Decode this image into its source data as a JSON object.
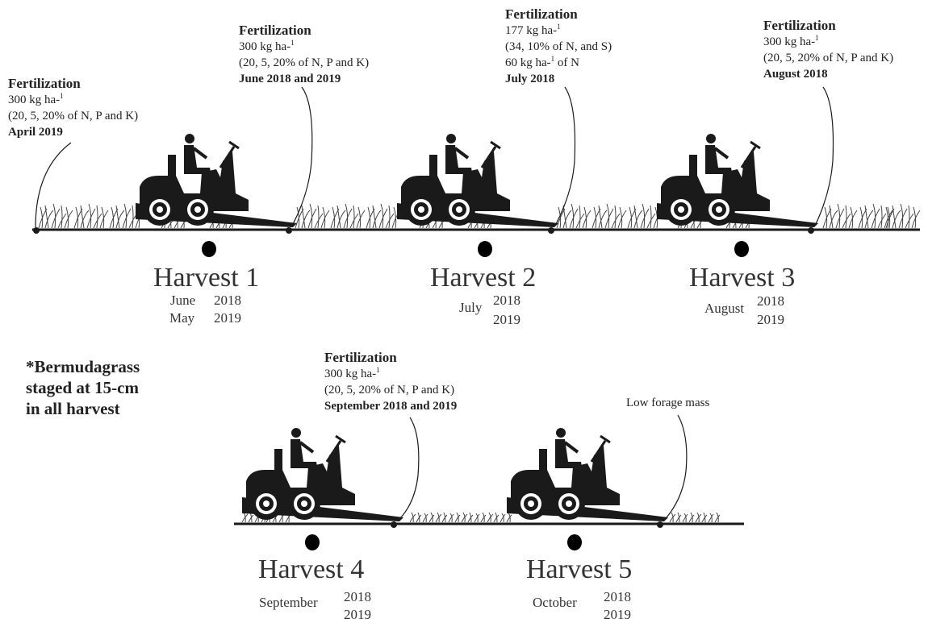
{
  "fertilizations": [
    {
      "title": "Fertilization",
      "rate": "300 kg ha-",
      "rate_sup": "1",
      "detail": "(20, 5, 20% of N, P and K)",
      "date": "April 2019"
    },
    {
      "title": "Fertilization",
      "rate": "300 kg ha-",
      "rate_sup": "1",
      "detail": "(20, 5, 20% of N, P and K)",
      "date": "June 2018 and 2019"
    },
    {
      "title": "Fertilization",
      "rate": "177 kg ha-",
      "rate_sup": "1",
      "detail": "(34, 10% of N, and S)",
      "extra": "60 kg ha-",
      "extra_sup": "1",
      "extra_tail": " of N",
      "date": "July 2018"
    },
    {
      "title": "Fertilization",
      "rate": "300 kg ha-",
      "rate_sup": "1",
      "detail": "(20, 5, 20% of N, P and K)",
      "date": "August 2018"
    },
    {
      "title": "Fertilization",
      "rate": "300 kg ha-",
      "rate_sup": "1",
      "detail": "(20, 5, 20% of N, P and K)",
      "date": "September 2018 and 2019"
    }
  ],
  "harvests": [
    {
      "title": "Harvest 1",
      "rows": [
        {
          "month": "June",
          "year": "2018"
        },
        {
          "month": "May",
          "year": "2019"
        }
      ]
    },
    {
      "title": "Harvest 2",
      "month": "July",
      "years": [
        "2018",
        "2019"
      ]
    },
    {
      "title": "Harvest 3",
      "month": "August",
      "years": [
        "2018",
        "2019"
      ]
    },
    {
      "title": "Harvest 4",
      "month": "September",
      "years": [
        "2018",
        "2019"
      ]
    },
    {
      "title": "Harvest 5",
      "month": "October",
      "years": [
        "2018",
        "2019"
      ]
    }
  ],
  "note": {
    "line1": "*Bermudagrass",
    "line2": "staged at 15-cm",
    "line3": "in all harvest"
  },
  "low_forage": "Low forage mass",
  "icons": [
    "mower-icon",
    "grass-icon",
    "timeline-dot-icon",
    "arrow-icon"
  ],
  "colors": {
    "ink": "#1a1a1a",
    "text": "#222222",
    "background": "#ffffff"
  }
}
